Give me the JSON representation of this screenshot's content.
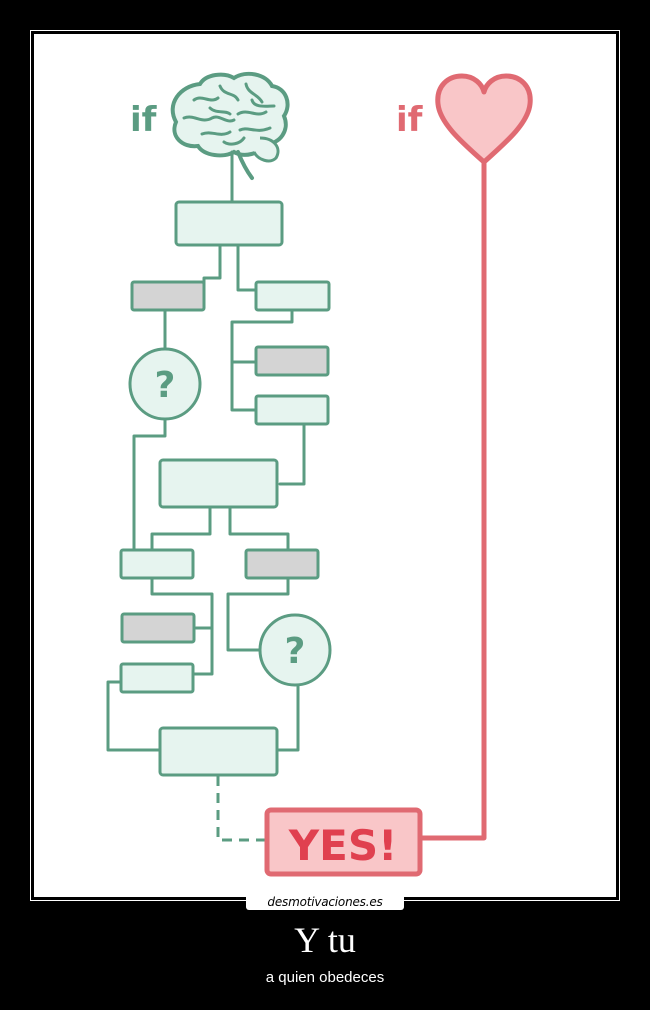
{
  "poster": {
    "brain_if_label": "if",
    "heart_if_label": "if",
    "question_mark_1": "?",
    "question_mark_2": "?",
    "yes_label": "YES!"
  },
  "watermark": "desmotivaciones.es",
  "caption": {
    "title": "Y tu",
    "subtitle": "a quien obedeces"
  },
  "colors": {
    "background": "#000000",
    "green": "#5b9c82",
    "green_fill": "#e6f4ef",
    "gray_fill": "#d4d4d4",
    "red": "#e06a72",
    "heart_fill": "#f9c6c8"
  }
}
